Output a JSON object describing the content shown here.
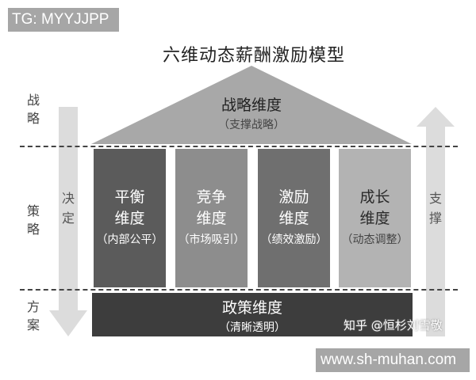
{
  "watermarks": {
    "top_badge": "TG: MYYJJPP",
    "bottom_badge": "www.sh-muhan.com",
    "zhihu": "知乎 @恒杉刘雪敬"
  },
  "title": "六维动态薪酬激励模型",
  "levels": [
    {
      "chars": [
        "战",
        "略"
      ]
    },
    {
      "chars": [
        "策",
        "略"
      ]
    },
    {
      "chars": [
        "方",
        "案"
      ]
    }
  ],
  "left_arrow": {
    "label": [
      "决",
      "定"
    ],
    "direction": "down"
  },
  "right_arrow": {
    "label": [
      "支",
      "撑"
    ],
    "direction": "up"
  },
  "roof": {
    "name": "战略维度",
    "sub": "（支撑战略）"
  },
  "pillars": [
    {
      "line1": "平衡",
      "line2": "维度",
      "sub": "（内部公平）",
      "color": "#5b5b5b"
    },
    {
      "line1": "竞争",
      "line2": "维度",
      "sub": "（市场吸引）",
      "color": "#8d8d8d"
    },
    {
      "line1": "激励",
      "line2": "维度",
      "sub": "（绩效激励）",
      "color": "#6f6f6f"
    },
    {
      "line1": "成长",
      "line2": "维度",
      "sub": "（动态调整）",
      "color": "#b3b3b3"
    }
  ],
  "base": {
    "name": "政策维度",
    "sub": "（清晰透明）"
  }
}
